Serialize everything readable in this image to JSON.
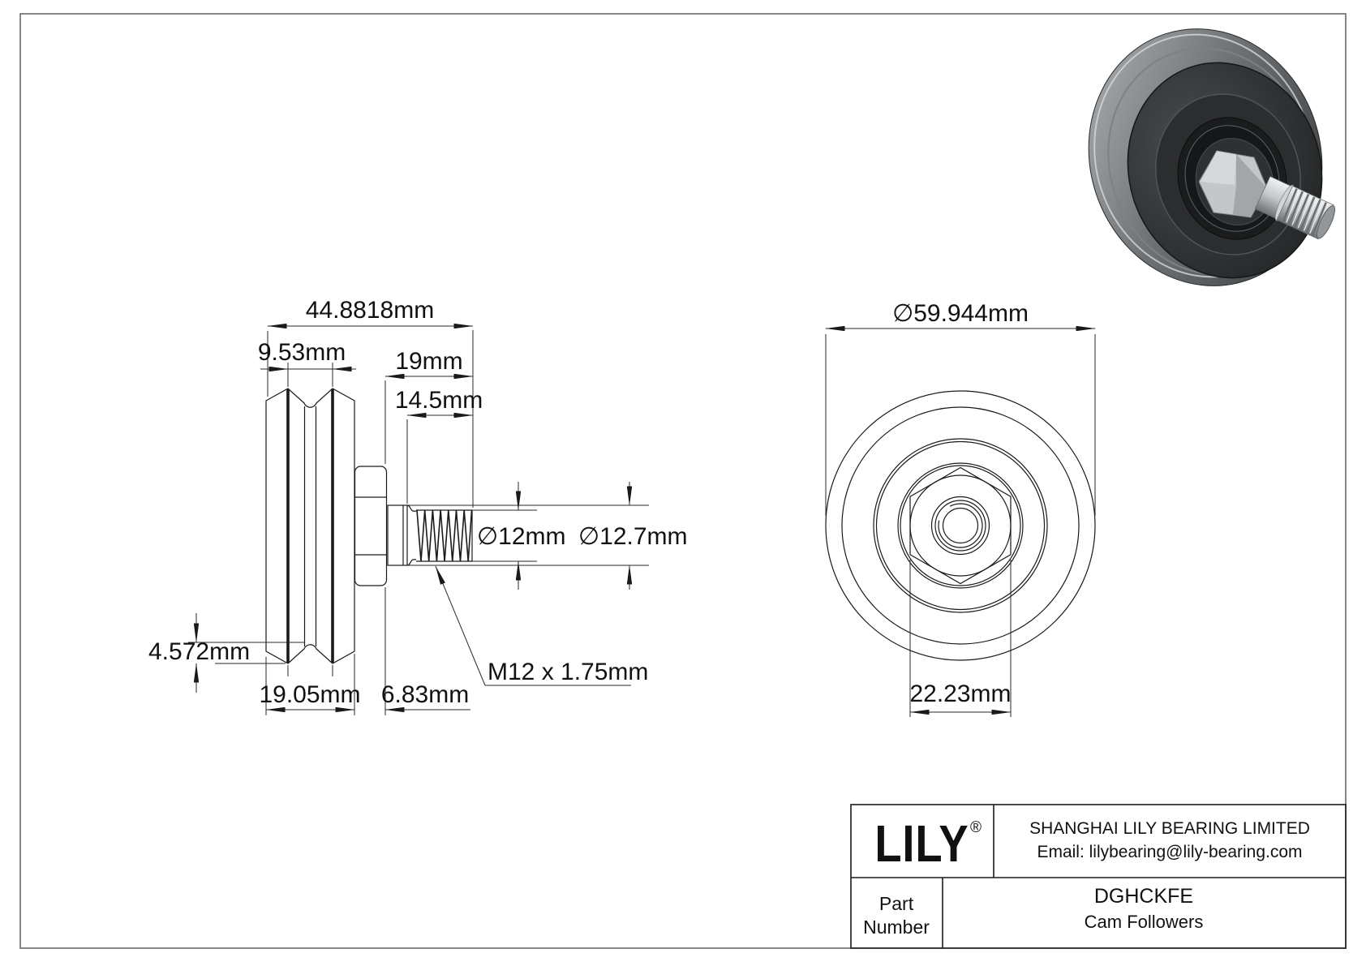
{
  "document_type": "engineering-drawing",
  "colors": {
    "background": "#ffffff",
    "line": "#1a1a1a",
    "page_border": "#5f5f5f",
    "render_dark": "#2b2d2f",
    "render_rim": "#a8abad",
    "render_stud": "#d8dadc"
  },
  "side_view": {
    "labels": {
      "overall_length": "44.8818mm",
      "groove_width": "9.53mm",
      "stud_length": "19mm",
      "thread_length": "14.5mm",
      "thread_dia": "∅12mm",
      "pilot_dia": "∅12.7mm",
      "groove_depth": "4.572mm",
      "wheel_width": "19.05mm",
      "hex_width": "6.83mm",
      "thread_spec": "M12 x 1.75mm"
    }
  },
  "front_view": {
    "labels": {
      "outer_dia": "∅59.944mm",
      "hex_across_flats": "22.23mm"
    }
  },
  "title_block": {
    "logo": "LILY",
    "registered_mark": "®",
    "company": "SHANGHAI LILY BEARING LIMITED",
    "email": "Email: lilybearing@lily-bearing.com",
    "part_label_line1": "Part",
    "part_label_line2": "Number",
    "part_number": "DGHCKFE",
    "category": "Cam Followers"
  }
}
